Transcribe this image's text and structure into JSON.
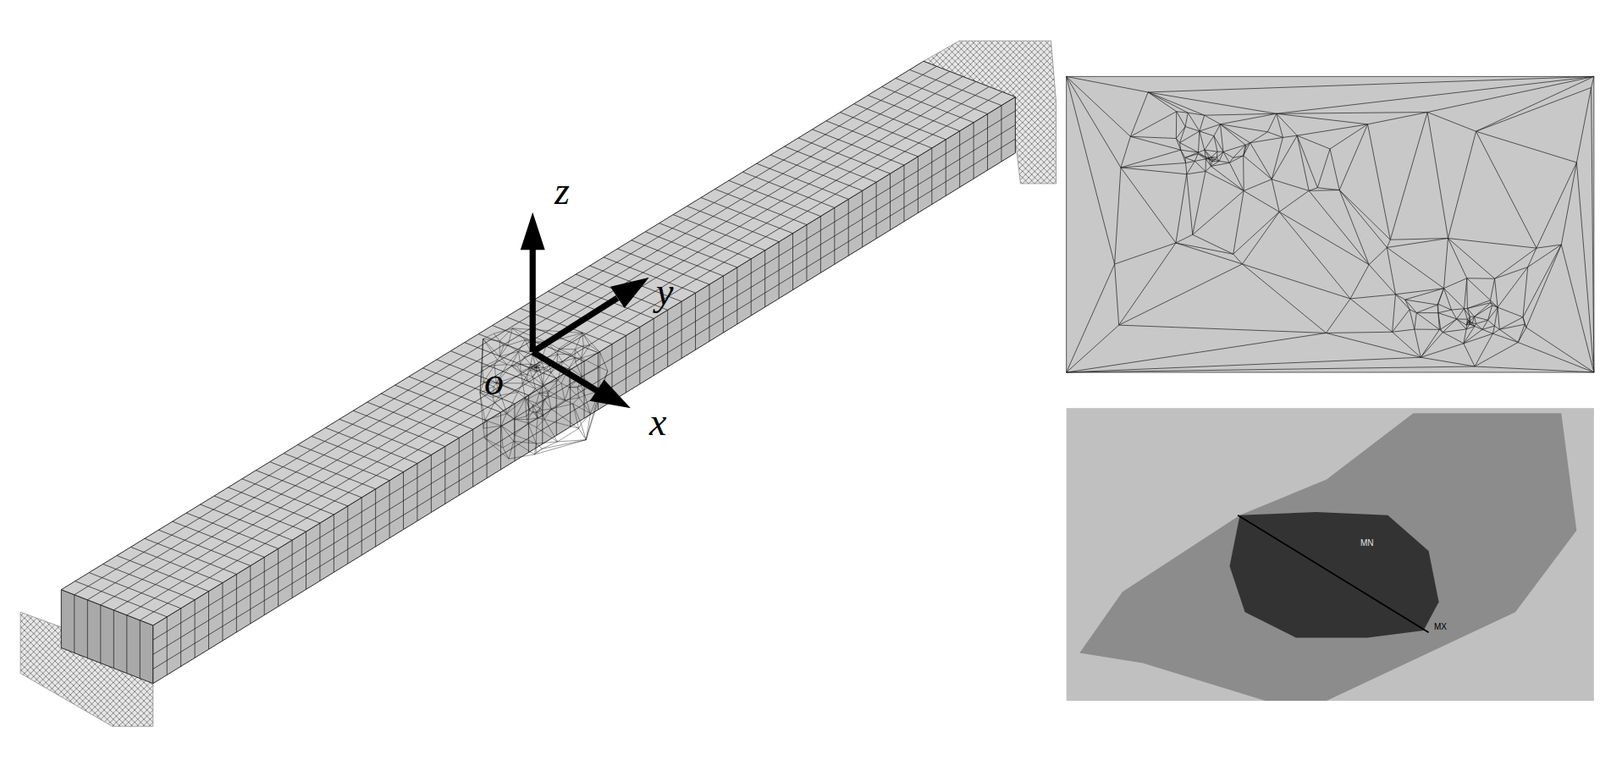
{
  "diagram": {
    "labels": [
      "z",
      "y",
      "o",
      "x",
      "MN",
      "MX"
    ]
  }
}
